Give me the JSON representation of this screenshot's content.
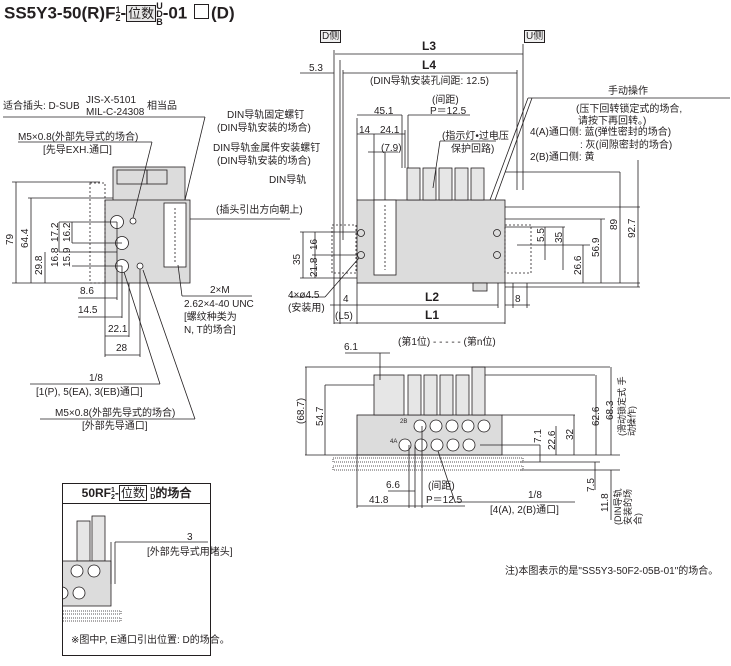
{
  "title": {
    "prefix": "SS5Y3-50(R)F",
    "frac_top": "1",
    "frac_bottom": "2",
    "dash": "-",
    "boxed": "位数",
    "stack": [
      "U",
      "D",
      "B"
    ],
    "suffix": "-01",
    "tail": "(D)"
  },
  "sides": {
    "d_side": "D侧",
    "u_side": "U侧"
  },
  "top_dims": {
    "l3": "L3",
    "l4": "L4",
    "din_pitch": "(DIN导轨安装孔间距: 12.5)",
    "d53": "5.3",
    "pitch_label": "(间距)",
    "pitch_value": "P＝12.5",
    "d451": "45.1",
    "d14": "14",
    "d241": "24.1",
    "d79": "(7.9)",
    "indicator_1": "(指示灯•过电压",
    "indicator_2": "保护回路)"
  },
  "manual": {
    "title": "手动操作",
    "note_1": "(压下回转锁定式的场合,",
    "note_2": "请按下再回转。)",
    "port4_blue": "4(A)通口侧: 蓝(弹性密封的场合)",
    "port4_gray": ": 灰(间隙密封的场合)",
    "port2_yellow": "2(B)通口侧: 黄"
  },
  "left_labels": {
    "connector": "适合插头: D-SUB",
    "jis": "JIS-X-5101",
    "mil": "MIL-C-24308",
    "equiv": "相当品",
    "m5_ext": "M5×0.8(外部先导式的场合)",
    "pilot_exh": "[先导EXH.通口]",
    "din_fix_screw": "DIN导轨固定螺钉",
    "din_mount_1": "(DIN导轨安装的场合)",
    "din_bracket_screw": "DIN导轨金属件安装螺钉",
    "din_mount_2": "(DIN导轨安装的场合)",
    "din_rail": "DIN导轨",
    "plug_dir": "(插头引出方向朝上)"
  },
  "side_dims": {
    "d79": "79",
    "d644": "64.4",
    "d298": "29.8",
    "d172": "17.2",
    "d162": "16.2",
    "d168": "16.8",
    "d159": "15.9",
    "d86": "8.6",
    "d145": "14.5",
    "d221": "22.1",
    "d28": "28"
  },
  "thread": {
    "m": "2×M",
    "unc": "2.62×4-40 UNC",
    "note_1": "[螺纹种类为",
    "note_2": "N, T的场合]"
  },
  "ports": {
    "p18": "1/8",
    "p18_desc": "[1(P), 5(EA), 3(EB)通口]",
    "m5": "M5×0.8(外部先导式的场合)",
    "m5_desc": "[外部先导通口]"
  },
  "front_dims": {
    "d35": "35",
    "d16": "16",
    "d218": "21.8",
    "holes": "4×ø4.5",
    "holes_use": "(安装用)",
    "d4": "4",
    "l2": "L2",
    "d8": "8",
    "l5": "(L5)",
    "l1": "L1",
    "d55": "5.5",
    "d35r": "35",
    "d266": "26.6",
    "d569": "56.9",
    "d89": "89",
    "d927": "92.7"
  },
  "stations": "(第1位) - - - - - (第n位)",
  "bottom_dims": {
    "d61": "6.1",
    "d687": "(68.7)",
    "d547": "54.7",
    "d626": "62.6",
    "d683": "68.3",
    "slide_lock": "(滑动锁定式 手动操作)",
    "d71": "7.1",
    "d226": "22.6",
    "d32": "32",
    "d66": "6.6",
    "d418": "41.8",
    "pitch_label": "(间距)",
    "pitch_value": "P＝12.5",
    "p18": "1/8",
    "p18_desc": "[4(A), 2(B)通口]",
    "d75": "7.5",
    "d118": "11.8",
    "din_mount": "(DIN导轨 安装的场合)",
    "lbl_2b": "2B",
    "lbl_4a": "4A"
  },
  "inset": {
    "prefix": "50RF",
    "frac_top": "1",
    "frac_bottom": "2",
    "dash": "-",
    "boxed": "位数",
    "stack": [
      "U",
      "D"
    ],
    "suffix": "的场合",
    "d3": "3",
    "plug": "[外部先导式用堵头]",
    "note": "※图中P, E通口引出位置: D的场合。"
  },
  "footnote": "注)本图表示的是\"SS5Y3-50F2-05B-01\"的场合。",
  "colors": {
    "line": "#231f20",
    "body_fill": "#dcdcdc",
    "valve_fill": "#e6e6e6"
  }
}
